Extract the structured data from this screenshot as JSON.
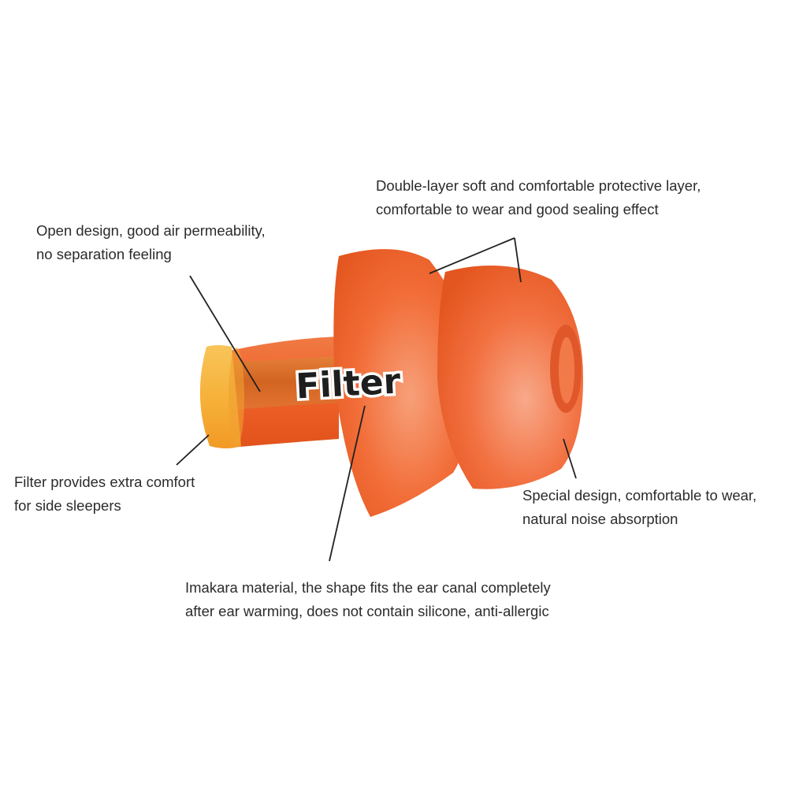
{
  "product_label": "Filter",
  "callouts": {
    "double_layer": {
      "line1": "Double-layer soft and comfortable protective layer,",
      "line2": "comfortable to wear and good sealing effect"
    },
    "open_design": {
      "line1": "Open design, good air permeability,",
      "line2": "no separation feeling"
    },
    "filter_comfort": {
      "line1": "Filter provides extra comfort",
      "line2": "for side sleepers"
    },
    "special_design": {
      "line1": "Special design, comfortable to wear,",
      "line2": "natural noise absorption"
    },
    "material": {
      "line1": "Imakara material, the shape fits the ear canal completely",
      "line2": "after ear warming, does not contain silicone, anti-allergic"
    }
  },
  "colors": {
    "foam_orange": "#f0642a",
    "foam_light": "#f7a07a",
    "cap_amber": "#f6b23a",
    "text": "#2b2b2b",
    "leader_line": "#222222"
  }
}
